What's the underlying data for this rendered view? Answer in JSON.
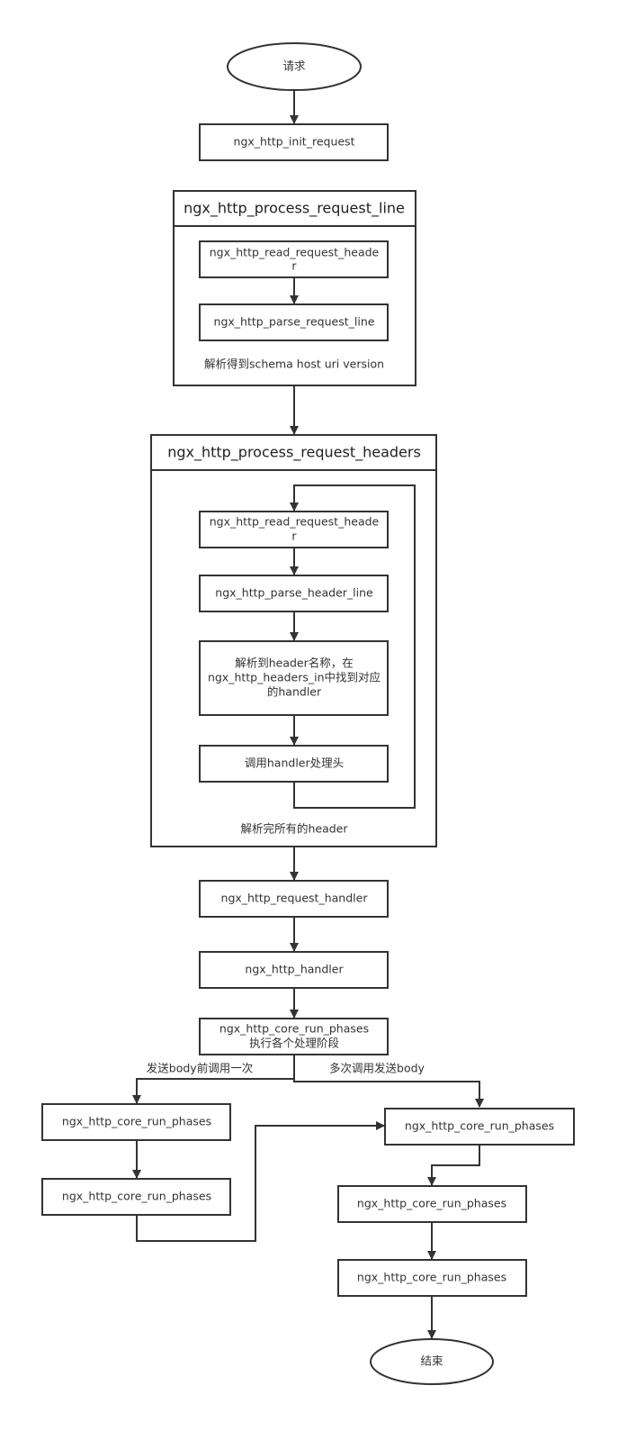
{
  "start": "请求",
  "init_request": "ngx_http_init_request",
  "process_request_line": {
    "title": "ngx_http_process_request_line",
    "read_header_1": "ngx_http_read_request_heade",
    "read_header_2": "r",
    "parse_line": "ngx_http_parse_request_line",
    "note": "解析得到schema host uri version"
  },
  "process_request_headers": {
    "title": "ngx_http_process_request_headers",
    "read_header_1": "ngx_http_read_request_heade",
    "read_header_2": "r",
    "parse_header_line": "ngx_http_parse_header_line",
    "lookup_1": "解析到header名称，在",
    "lookup_2": "ngx_http_headers_in中找到对应",
    "lookup_3": "的handler",
    "call_handler": "调用handler处理头",
    "note": "解析完所有的header"
  },
  "request_handler": "ngx_http_request_handler",
  "http_handler": "ngx_http_handler",
  "core_run_phases_main_1": "ngx_http_core_run_phases",
  "core_run_phases_main_2": "执行各个处理阶段",
  "branch_left_label": "发送body前调用一次",
  "branch_right_label": "多次调用发送body",
  "left_boxes": [
    "ngx_http_core_run_phases",
    "ngx_http_core_run_phases"
  ],
  "right_boxes": [
    "ngx_http_core_run_phases",
    "ngx_http_core_run_phases",
    "ngx_http_core_run_phases"
  ],
  "end": "结束"
}
